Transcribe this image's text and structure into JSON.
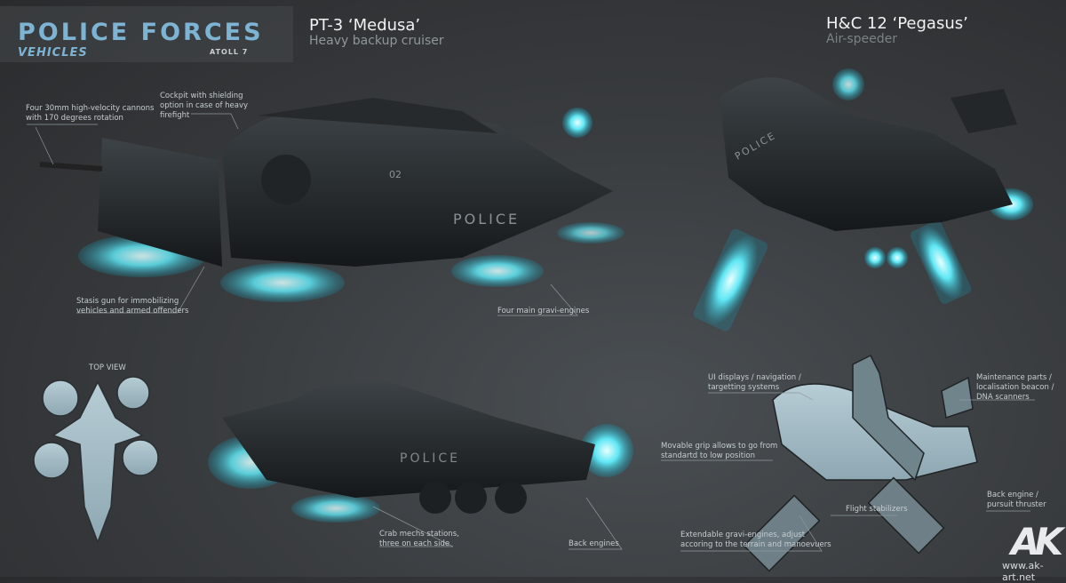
{
  "header": {
    "title": "POLICE FORCES",
    "subtitle": "VEHICLES",
    "tag": "ATOLL 7"
  },
  "vehicles": [
    {
      "name": "PT-3 ‘Medusa’",
      "description": "Heavy backup cruiser",
      "annotations": [
        "Four 30mm high-velocity cannons\nwith 170 degrees rotation",
        "Cockpit with shielding\noption in case of heavy\nfirefight",
        "Stasis gun for immobilizing\nvehicles and armed offenders",
        "Four main gravi-engines",
        "TOP VIEW",
        "Crab mechs stations,\nthree on each side",
        "Back engines"
      ],
      "hull_marking": "POLICE",
      "hull_number": "02"
    },
    {
      "name": "H&C 12 ‘Pegasus’",
      "description": "Air-speeder",
      "annotations": [
        "UI displays / navigation /\ntargetting systems",
        "Maintenance parts /\nlocalisation beacon /\nDNA scanners",
        "Movable grip allows to go from\nstandartd to low position",
        "Back engine /\npursuit thruster",
        "Flight stabilizers",
        "Extendable gravi-engines, adjust\naccoring to the terrain and manoevuers"
      ],
      "hull_marking": "POLICE"
    }
  ],
  "watermark": {
    "logo": "AK",
    "url": "www.ak-art.net"
  },
  "colors": {
    "title": "#7db4d4",
    "glow": "#4fe0f0",
    "background": "#3a3d40"
  }
}
